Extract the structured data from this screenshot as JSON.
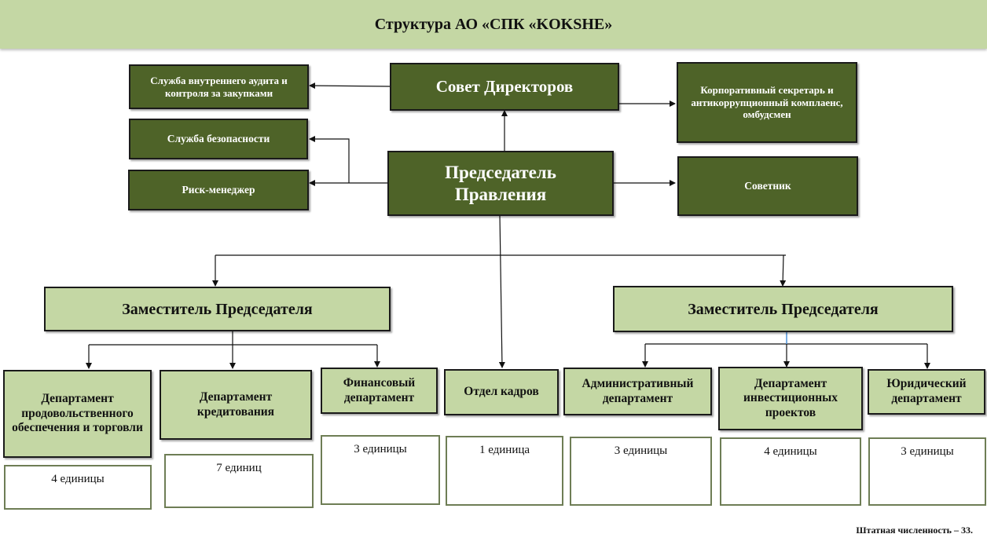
{
  "title": "Структура АО «СПК «KOKSHE»",
  "board": "Совет Директоров",
  "chairman": "Председатель Правления",
  "audit": "Служба внутреннего аудита и контроля за закупками",
  "security": "Служба безопасности",
  "risk": "Риск-менеджер",
  "secretary": "Корпоративный секретарь и антикоррупционный комплаенс, омбудсмен",
  "advisor": "Советник",
  "deputy_left": "Заместитель Председателя",
  "deputy_right": "Заместитель Председателя",
  "departments": [
    {
      "name": "Департамент продовольственного обеспечения и торговли",
      "count": "4 единицы"
    },
    {
      "name": "Департамент кредитования",
      "count": "7 единиц"
    },
    {
      "name": "Финансовый департамент",
      "count": "3 единицы"
    },
    {
      "name": "Отдел кадров",
      "count": "1 единица"
    },
    {
      "name": "Административный департамент",
      "count": "3 единицы"
    },
    {
      "name": "Департамент инвестиционных проектов",
      "count": "4 единицы"
    },
    {
      "name": "Юридический департамент",
      "count": "3 единицы"
    }
  ],
  "footer": "Штатная численность – 33."
}
